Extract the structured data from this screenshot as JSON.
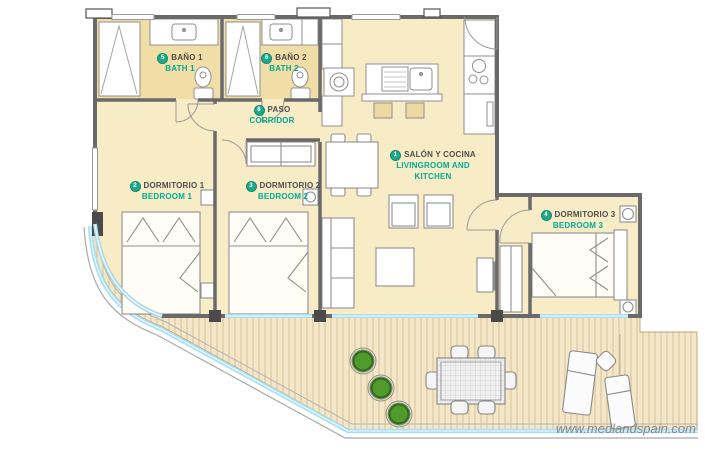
{
  "watermark": "www.medlandspain.com",
  "rooms": [
    {
      "number": "1",
      "name": "SALÓN Y COCINA",
      "translation": "LIVINGROOM AND KITCHEN"
    },
    {
      "number": "2",
      "name": "DORMITORIO 1",
      "translation": "BEDROOM 1"
    },
    {
      "number": "3",
      "name": "DORMITORIO 2",
      "translation": "BEDROOM 2"
    },
    {
      "number": "4",
      "name": "DORMITORIO 3",
      "translation": "BEDROOM 3"
    },
    {
      "number": "5",
      "name": "BAÑO 1",
      "translation": "BATH 1"
    },
    {
      "number": "6",
      "name": "BAÑO 2",
      "translation": "BATH 2"
    },
    {
      "number": "8",
      "name": "PASO",
      "translation": "CORRIDOR"
    }
  ],
  "colors": {
    "room_fill": "#f8ecc6",
    "bath_fill": "#f1dda6",
    "wall": "#6a6a6a",
    "marker": "#1fa98c",
    "label_primary": "#4d4d4d",
    "label_secondary": "#00ab97",
    "window_glazing": "#a8ddf1",
    "deck_stripe": "#d6c194",
    "plant_green": "#4f9c2c",
    "pool_edge": "#a9dff2"
  }
}
